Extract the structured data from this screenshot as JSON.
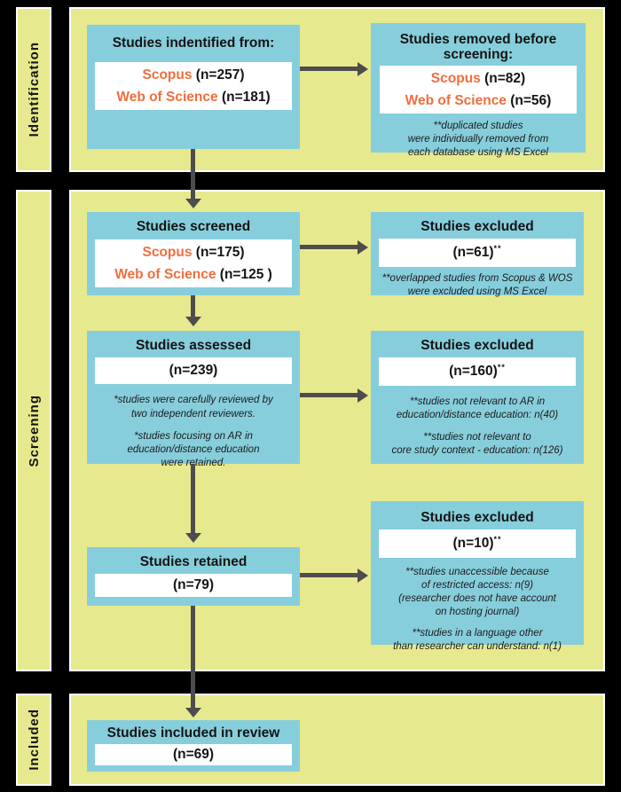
{
  "colors": {
    "background": "#000000",
    "panel_yellow": "#e7e98e",
    "box_blue": "#87cedc",
    "box_white": "#ffffff",
    "accent_orange": "#f26d3c",
    "arrow_gray": "#4d4d4d",
    "text_black": "#141414"
  },
  "sidebar": {
    "identification": "Identification",
    "screening": "Screening",
    "included": "Included"
  },
  "boxes": {
    "identified": {
      "title": "Studies indentified from:",
      "lines": [
        {
          "name": "Scopus",
          "count": "(n=257)"
        },
        {
          "name": "Web of Science",
          "count": "(n=181)"
        }
      ]
    },
    "removed": {
      "title": "Studies removed before screening:",
      "lines": [
        {
          "name": "Scopus",
          "count": "(n=82)"
        },
        {
          "name": "Web of Science",
          "count": "(n=56)"
        }
      ],
      "note": "**duplicated studies\nwere individually removed from\neach database using MS Excel"
    },
    "screened": {
      "title": "Studies screened",
      "lines": [
        {
          "name": "Scopus",
          "count": "(n=175)"
        },
        {
          "name": "Web of Science",
          "count": "(n=125 )"
        }
      ]
    },
    "excluded1": {
      "title": "Studies excluded",
      "value": "(n=61)",
      "sup": "**",
      "note": "**overlapped studies from Scopus & WOS\nwere excluded using MS Excel"
    },
    "assessed": {
      "title": "Studies assessed",
      "value": "(n=239)",
      "notes": [
        "*studies were carefully reviewed by\ntwo independent reviewers.",
        "*studies focusing on AR in\neducation/distance education\nwere retained."
      ]
    },
    "excluded2": {
      "title": "Studies excluded",
      "value": "(n=160)",
      "sup": "**",
      "notes": [
        "**studies not relevant to AR in\neducation/distance education: n(40)",
        "**studies not relevant to\ncore study context - education: n(126)"
      ]
    },
    "retained": {
      "title": "Studies retained",
      "value": "(n=79)"
    },
    "excluded3": {
      "title": "Studies excluded",
      "value": "(n=10)",
      "sup": "**",
      "notes": [
        "**studies unaccessible because\nof restricted access: n(9)\n(researcher does not have account\non hosting journal)",
        "**studies in a language other\nthan researcher can understand: n(1)"
      ]
    },
    "included": {
      "title": "Studies included in review",
      "value": "(n=69)"
    }
  }
}
